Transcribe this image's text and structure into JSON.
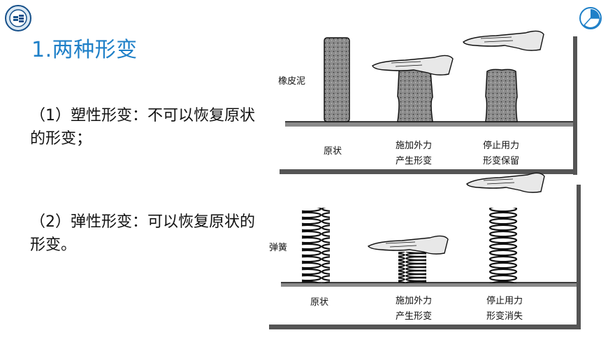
{
  "title": "1.两种形变",
  "plastic": {
    "text": "（1）塑性形变：不可以恢复原状的形变；",
    "figure": {
      "subject": "橡皮泥",
      "stage1": "原状",
      "stage2_line1": "施加外力",
      "stage2_line2": "产生形变",
      "stage3_line1": "停止用力",
      "stage3_line2": "形变保留"
    }
  },
  "elastic": {
    "text": "（2）弹性形变：可以恢复原状的形变。",
    "figure": {
      "subject": "弹簧",
      "stage1": "原状",
      "stage2_line1": "施加外力",
      "stage2_line2": "产生形变",
      "stage3_line1": "停止用力",
      "stage3_line2": "形变消失"
    }
  },
  "colors": {
    "title": "#1f80c8",
    "accent": "#16508a"
  },
  "icons": [
    "coins-logo-icon",
    "pie-chart-logo-icon"
  ]
}
